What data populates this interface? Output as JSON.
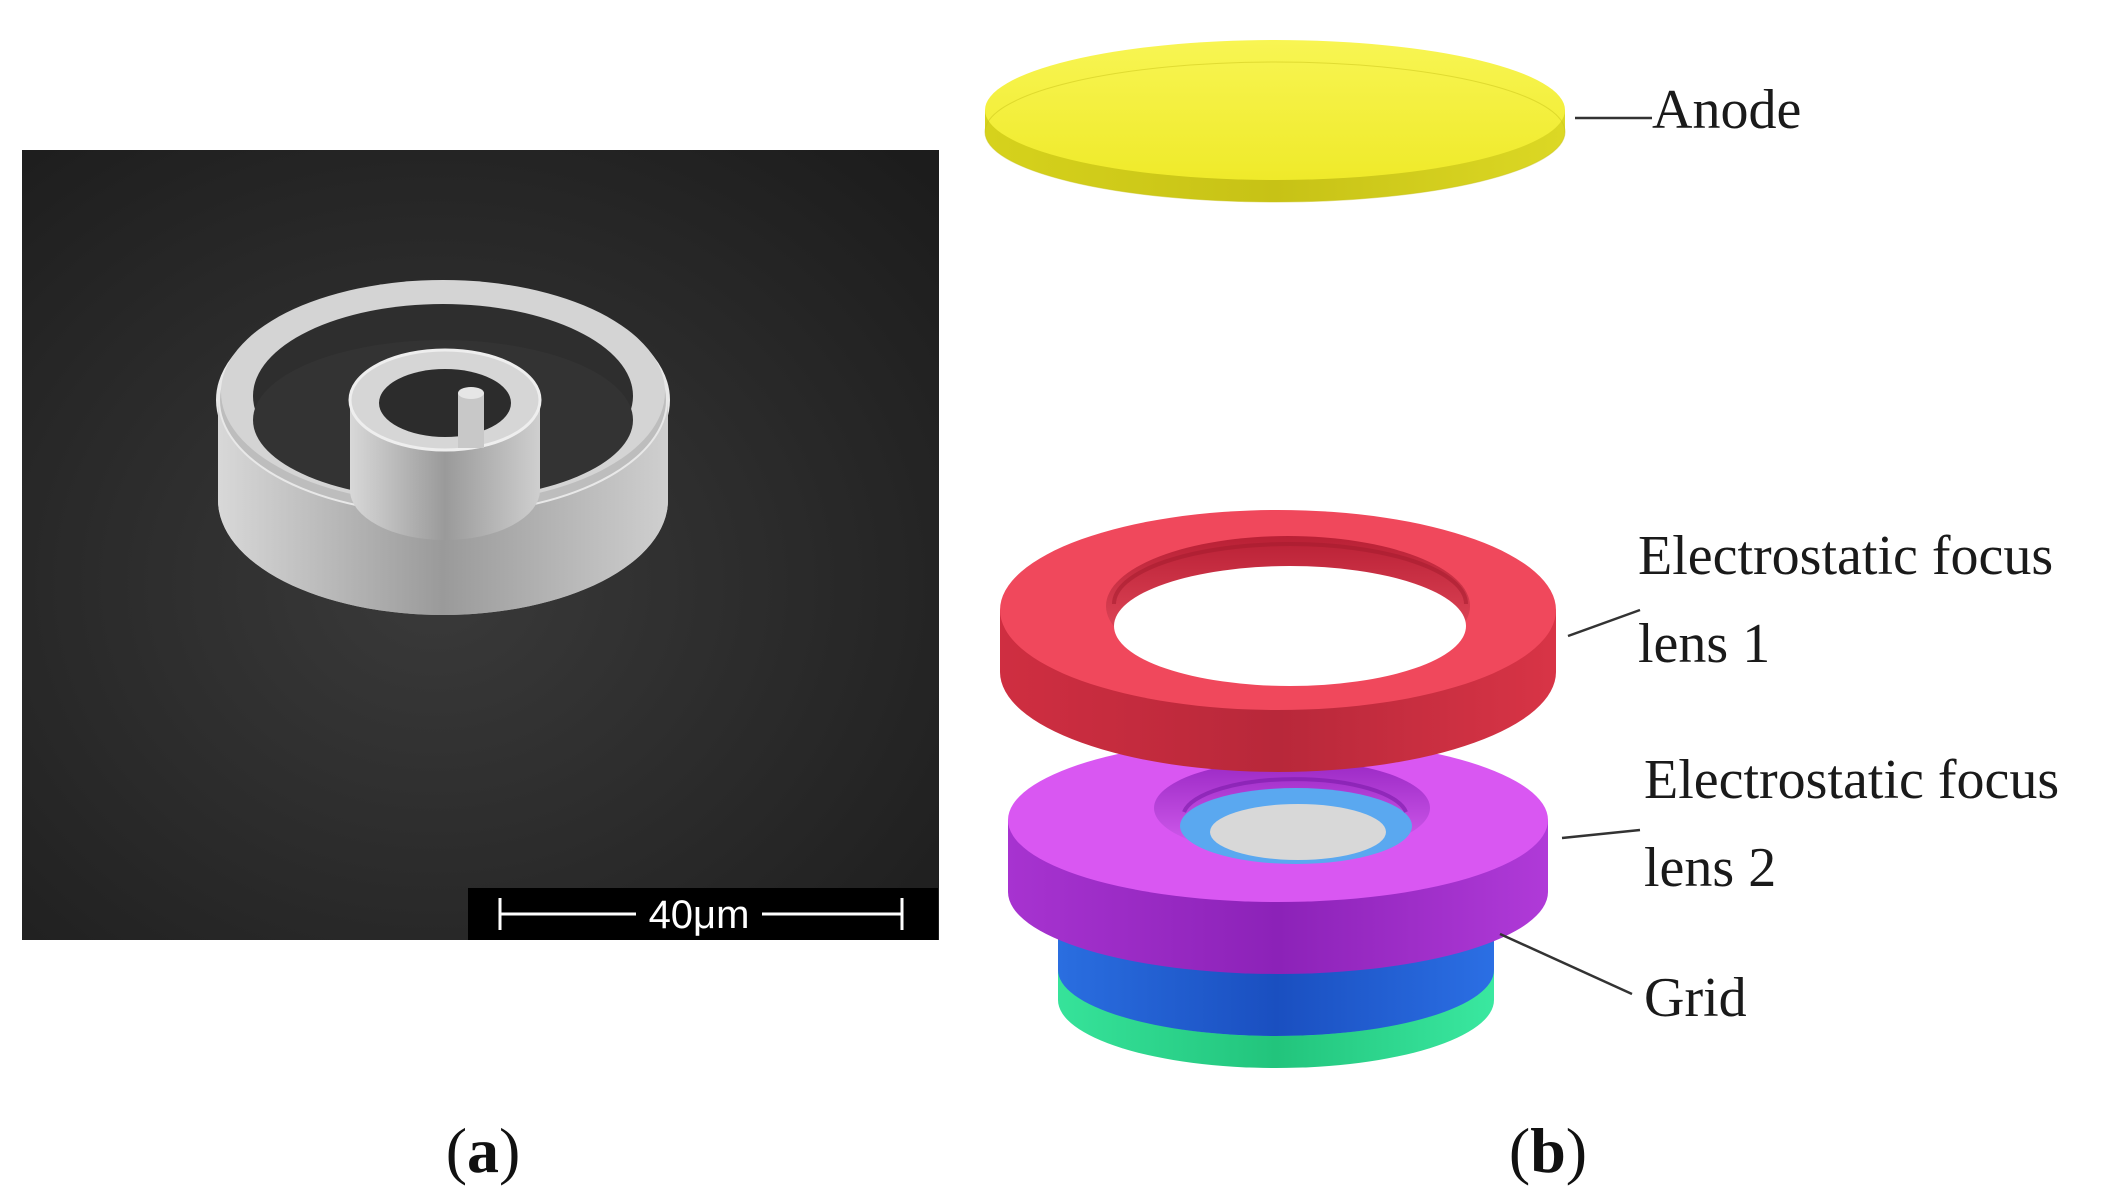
{
  "panel_a": {
    "scale_bar_label": "40μm",
    "caption_open": "(",
    "caption_letter": "a",
    "caption_close": ")"
  },
  "panel_b": {
    "caption_open": "(",
    "caption_letter": "b",
    "caption_close": ")",
    "labels": {
      "anode": "Anode",
      "lens1_line1": "Electrostatic focus",
      "lens1_line2": "lens 1",
      "lens2_line1": "Electrostatic focus",
      "lens2_line2": "lens 2",
      "grid": "Grid"
    }
  },
  "colors": {
    "anode": "#f4f032",
    "lens1": "#e83a4e",
    "lens2": "#cc44e8",
    "grid": "#1f5fd8",
    "base": "#2fe08a",
    "sem_background": "#262626"
  }
}
